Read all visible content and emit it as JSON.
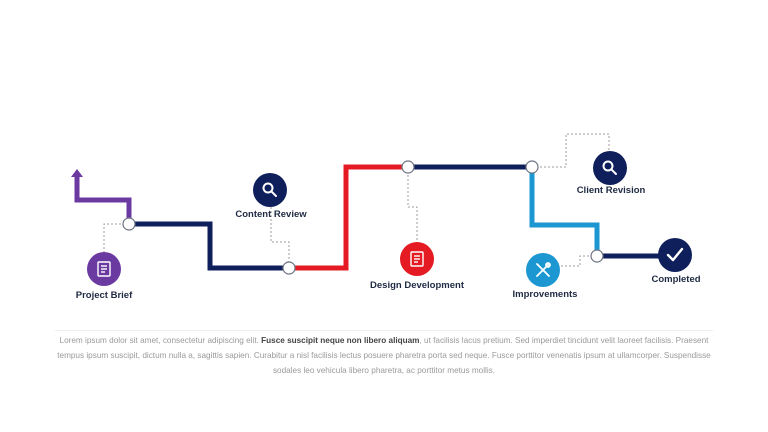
{
  "colors": {
    "purple": "#6a3aa0",
    "navy": "#0e1f5b",
    "red": "#e41b23",
    "blue": "#1c97d1",
    "dashed": "#9e9e9e"
  },
  "milestones": [
    {
      "id": "project-brief",
      "label": "Project Brief",
      "icon": "document-icon",
      "color": "#6a3aa0"
    },
    {
      "id": "content-review",
      "label": "Content Review",
      "icon": "search-icon",
      "color": "#0e1f5b"
    },
    {
      "id": "design-development",
      "label": "Design Development",
      "icon": "document-icon",
      "color": "#e41b23"
    },
    {
      "id": "client-revision",
      "label": "Client Revision",
      "icon": "search-icon",
      "color": "#0e1f5b"
    },
    {
      "id": "improvements",
      "label": "Improvements",
      "icon": "tools-icon",
      "color": "#1c97d1"
    },
    {
      "id": "completed",
      "label": "Completed",
      "icon": "check-icon",
      "color": "#0e1f5b"
    }
  ],
  "footer": {
    "part1": "Lorem ipsum dolor sit amet, consectetur adipiscing elit. ",
    "bold": "Fusce suscipit neque non libero aliquam",
    "part2": ", ut facilisis lacus pretium. Sed imperdiet tincidunt velit laoreet facilisis. Praesent tempus ipsum suscipit, dictum nulla a, sagittis sapien. Curabitur a nisl facilisis lectus posuere pharetra porta sed neque. Fusce porttitor venenatis ipsum at ullamcorper. Suspendisse sodales leo vehicula libero pharetra, ac porttitor metus mollis."
  }
}
